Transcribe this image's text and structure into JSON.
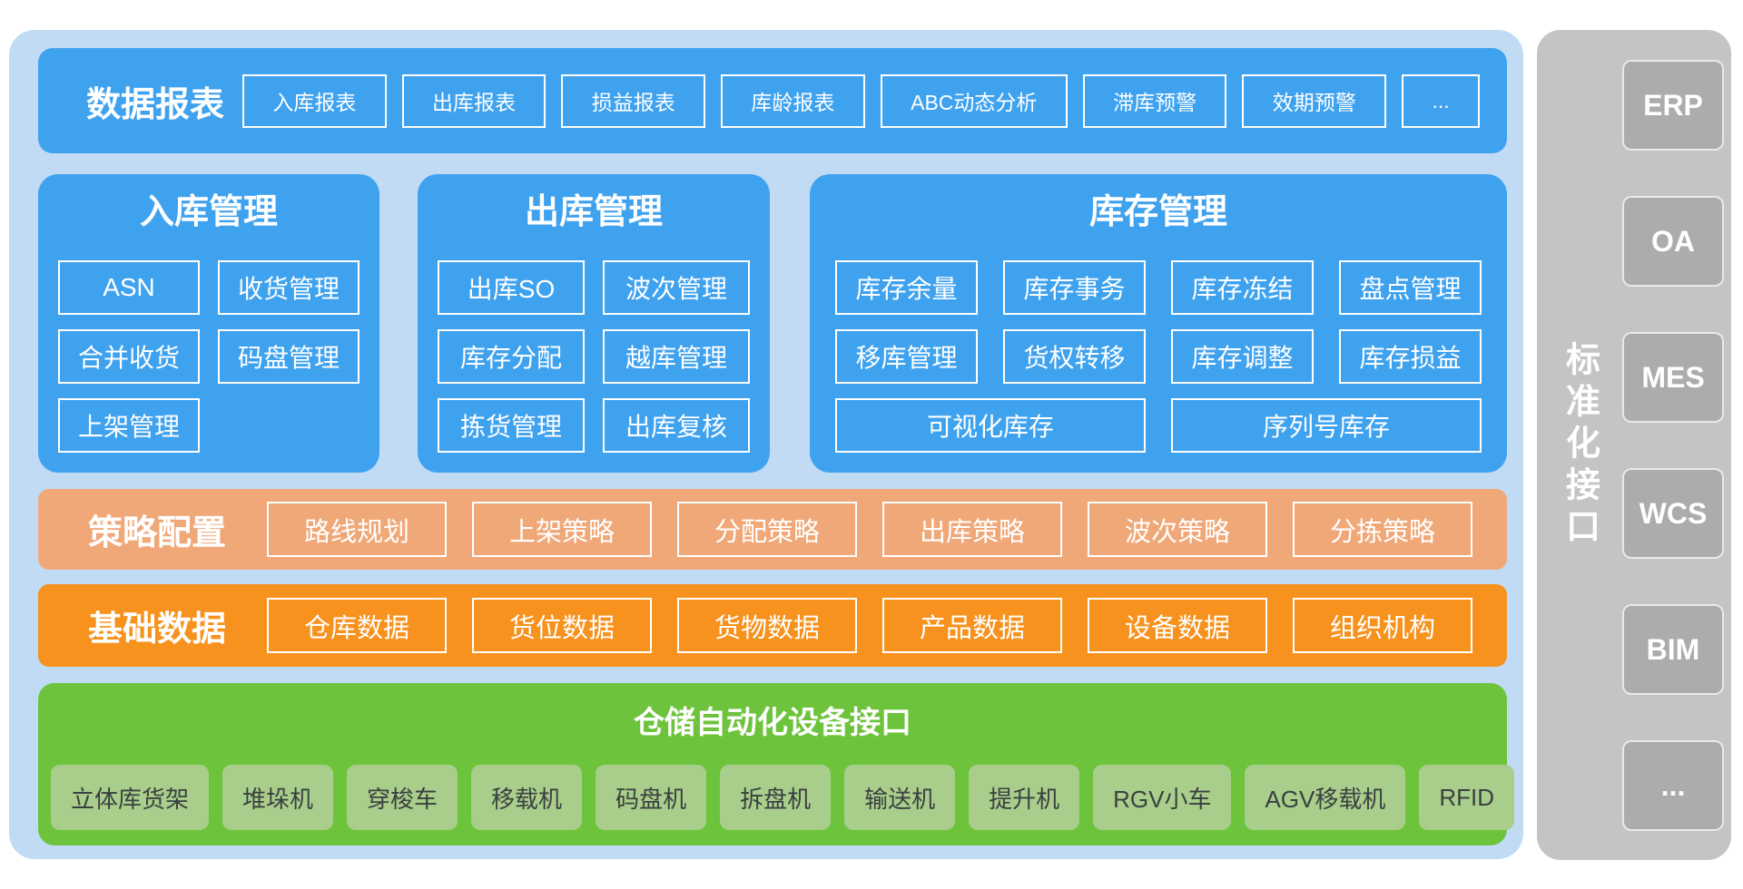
{
  "palette": {
    "container_bg": "#C1DBF5",
    "blue": "#3FA2EF",
    "salmon": "#F0A878",
    "orange": "#F6921D",
    "green": "#6EC33C",
    "green_item_bg": "#A9CE8B",
    "green_item_text": "#3A4040",
    "gray_panel": "#C4C4C4",
    "gray_item": "#ACACAC",
    "gray_item_border": "#E9E9E9"
  },
  "report_bar": {
    "title": "数据报表",
    "items": [
      "入库报表",
      "出库报表",
      "损益报表",
      "库龄报表",
      "ABC动态分析",
      "滞库预警",
      "效期预警",
      "..."
    ]
  },
  "panels": {
    "inbound": {
      "title": "入库管理",
      "items": [
        "ASN",
        "收货管理",
        "合并收货",
        "码盘管理",
        "上架管理"
      ]
    },
    "outbound": {
      "title": "出库管理",
      "items": [
        "出库SO",
        "波次管理",
        "库存分配",
        "越库管理",
        "拣货管理",
        "出库复核"
      ]
    },
    "inventory": {
      "title": "库存管理",
      "items": [
        "库存余量",
        "库存事务",
        "库存冻结",
        "盘点管理",
        "移库管理",
        "货权转移",
        "库存调整",
        "库存损益"
      ],
      "wide_items": [
        "可视化库存",
        "序列号库存"
      ]
    }
  },
  "strategy_bar": {
    "title": "策略配置",
    "items": [
      "路线规划",
      "上架策略",
      "分配策略",
      "出库策略",
      "波次策略",
      "分拣策略"
    ]
  },
  "basic_bar": {
    "title": "基础数据",
    "items": [
      "仓库数据",
      "货位数据",
      "货物数据",
      "产品数据",
      "设备数据",
      "组织机构"
    ]
  },
  "automation": {
    "title": "仓储自动化设备接口",
    "items": [
      "立体库货架",
      "堆垛机",
      "穿梭车",
      "移载机",
      "码盘机",
      "拆盘机",
      "输送机",
      "提升机",
      "RGV小车",
      "AGV移载机",
      "RFID"
    ]
  },
  "interface_panel": {
    "title": "标准化接口",
    "items": [
      "ERP",
      "OA",
      "MES",
      "WCS",
      "BIM",
      "..."
    ]
  }
}
